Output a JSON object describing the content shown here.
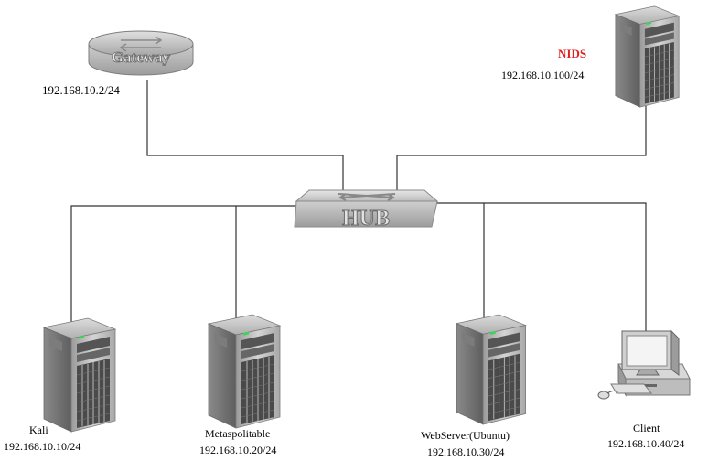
{
  "gateway": {
    "label": "Gateway",
    "ip": "192.168.10.2/24"
  },
  "nids": {
    "name": "NIDS",
    "ip": "192.168.10.100/24",
    "name_color": "#e02020"
  },
  "hub": {
    "label": "HUB"
  },
  "hosts": [
    {
      "name": "Kali",
      "ip": "192.168.10.10/24",
      "icon": "server-tower-icon"
    },
    {
      "name": "Metaspolitable",
      "ip": "192.168.10.20/24",
      "icon": "server-tower-icon"
    },
    {
      "name": "WebServer(Ubuntu)",
      "ip": "192.168.10.30/24",
      "icon": "server-tower-icon"
    },
    {
      "name": "Client",
      "ip": "192.168.10.40/24",
      "icon": "desktop-computer-icon"
    }
  ],
  "links": [
    [
      "gateway",
      "hub"
    ],
    [
      "nids",
      "hub"
    ],
    [
      "hub",
      "kali"
    ],
    [
      "hub",
      "metaspolitable"
    ],
    [
      "hub",
      "webserver"
    ],
    [
      "hub",
      "client"
    ]
  ]
}
